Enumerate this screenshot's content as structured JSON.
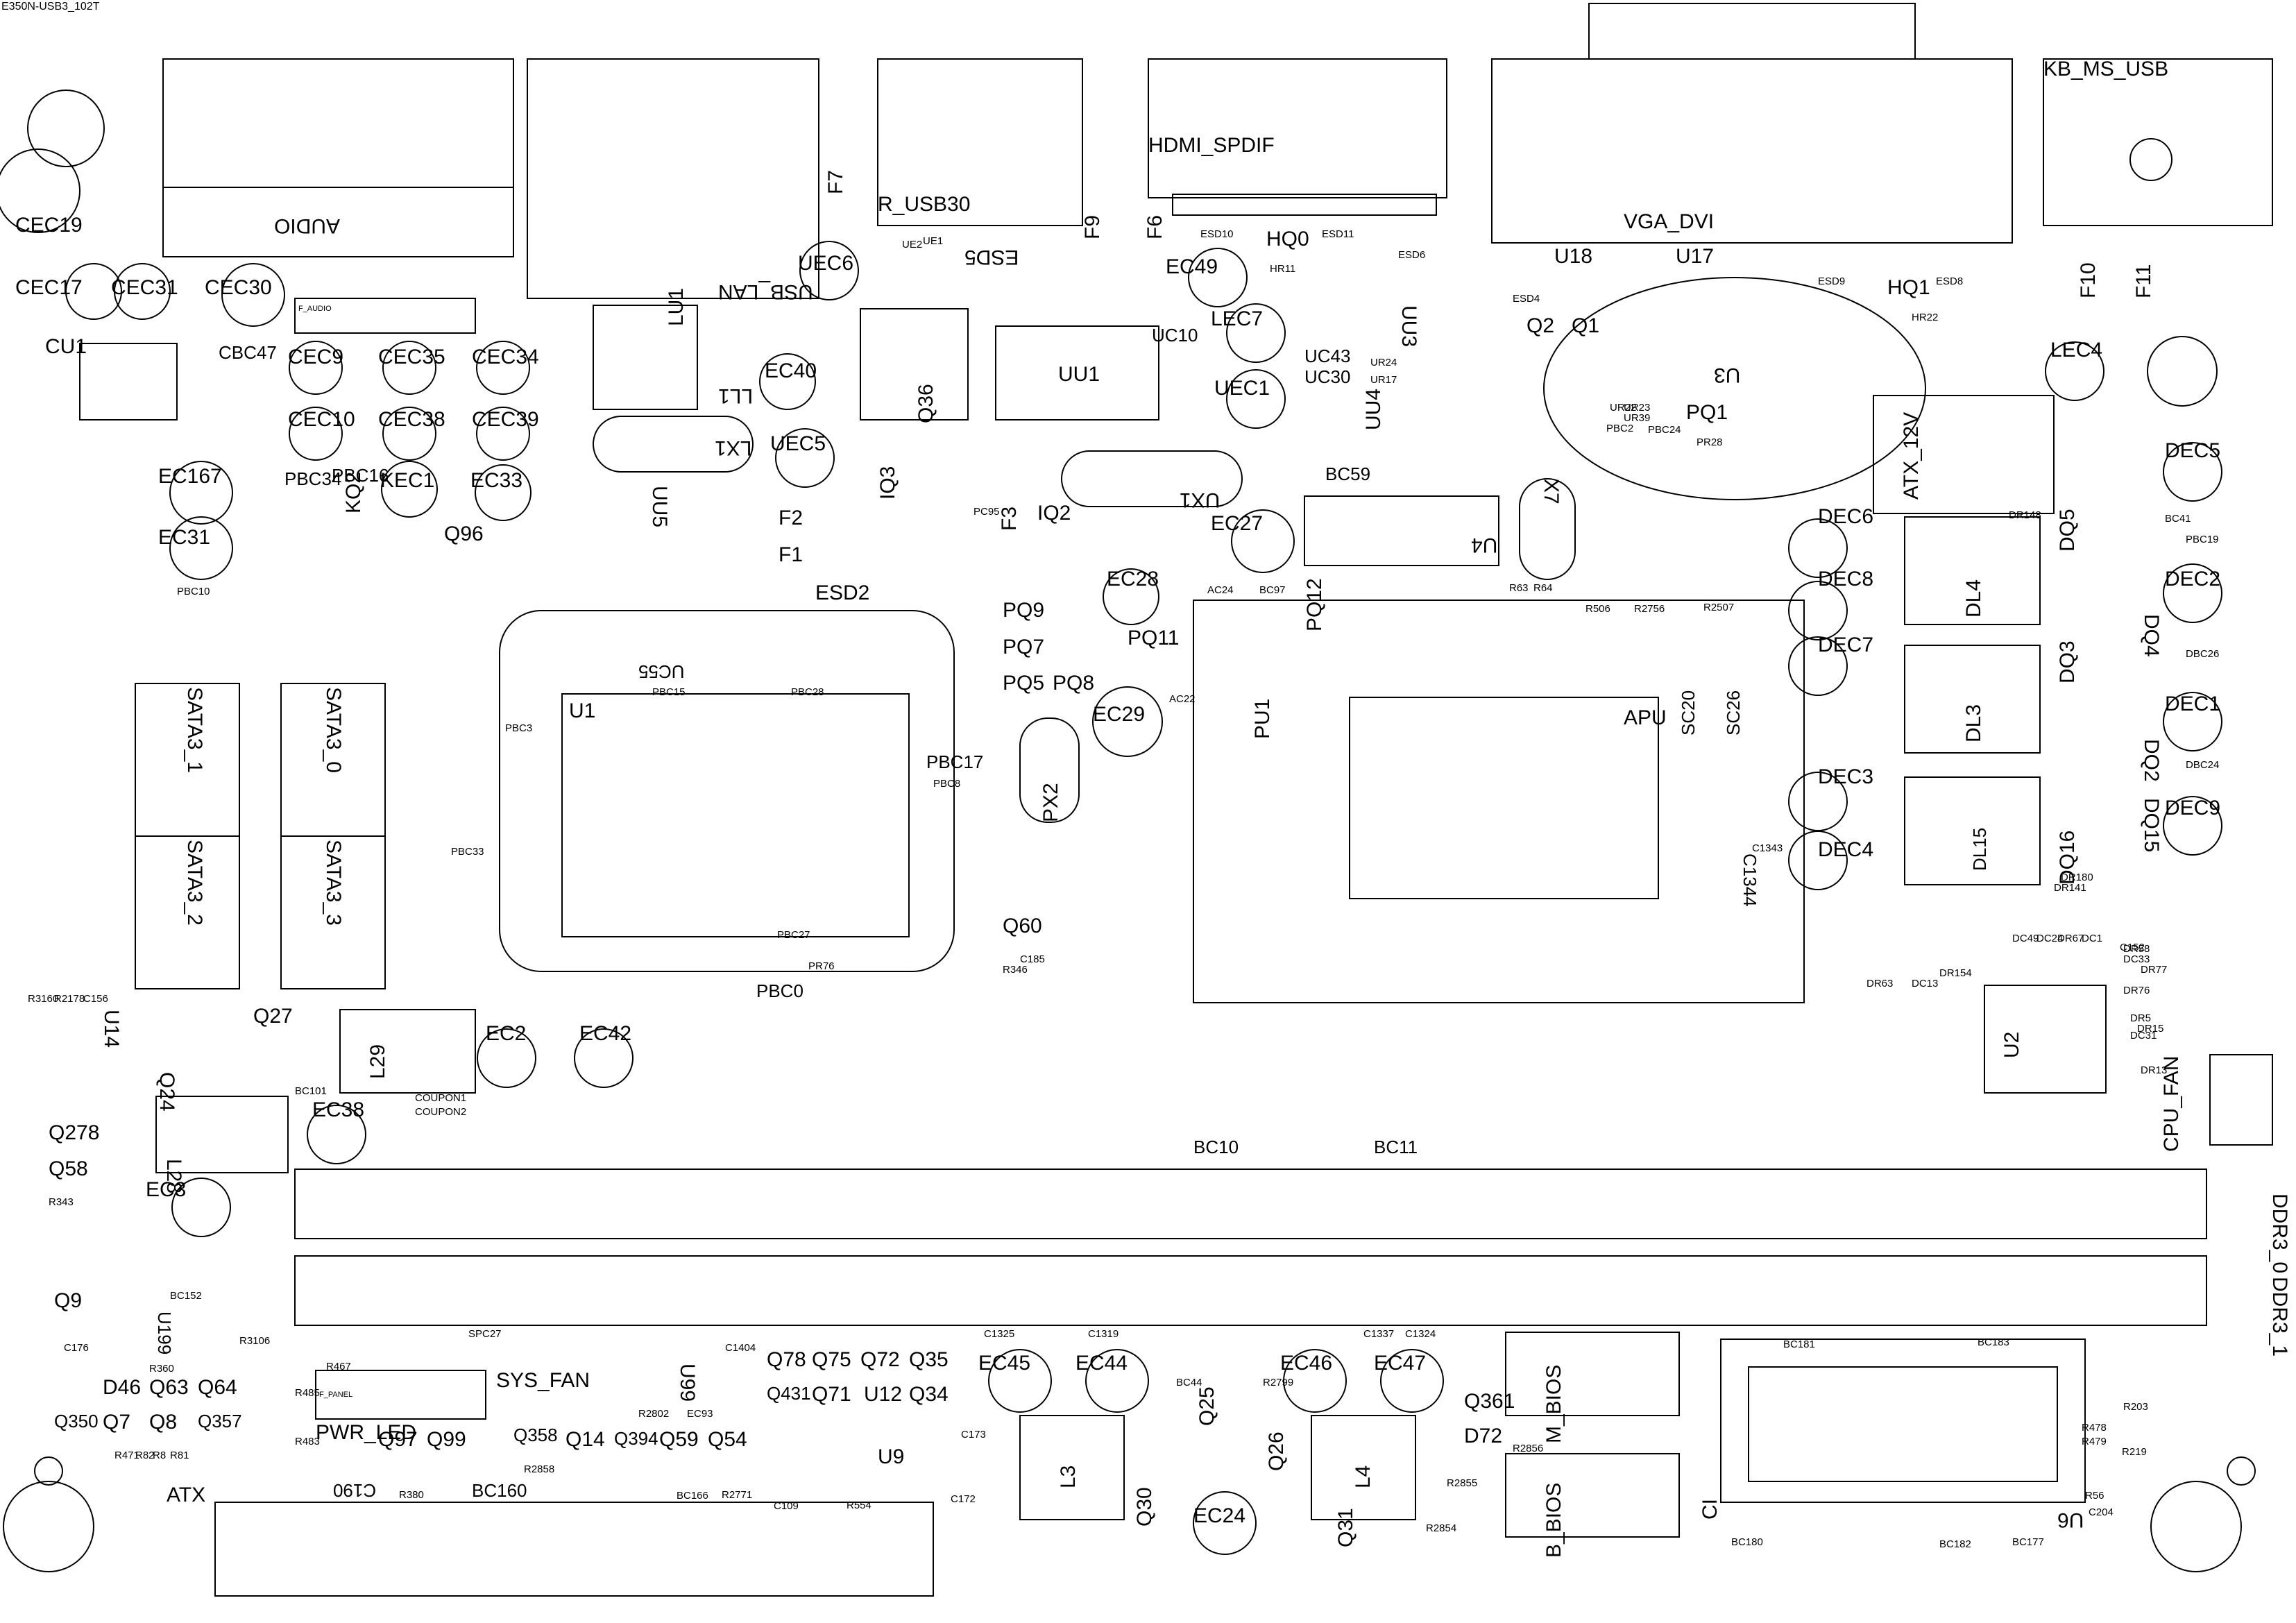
{
  "title": "E350N-USB3_102T",
  "connectors": {
    "audio": "AUDIO",
    "r_usb30": "R_USB30",
    "hdmi_spdif": "HDMI_SPDIF",
    "vga_dvi": "VGA_DVI",
    "kb_ms_usb": "KB_MS_USB",
    "usb_lan": "USB_LAN",
    "atx_12v": "ATX_12V",
    "cpu_fan": "CPU_FAN",
    "sys_fan": "SYS_FAN",
    "pwr_led": "PWR_LED",
    "atx": "ATX",
    "ddr3_0": "DDR3_0",
    "ddr3_1": "DDR3_1",
    "m_bios": "M_BIOS",
    "b_bios": "B_BIOS",
    "f_audio": "F_AUDIO",
    "f_panel": "F_PANEL",
    "sata3_1": "SATA3_1",
    "sata3_0": "SATA3_0",
    "sata3_2": "SATA3_2",
    "sata3_3": "SATA3_3"
  },
  "chips": {
    "apu": "APU",
    "u1": "U1",
    "u2": "U2",
    "u3": "U3",
    "u4": "U4",
    "u6": "U6",
    "u9": "U9",
    "u12": "U12",
    "u14": "U14",
    "u17": "U17",
    "u18": "U18",
    "uu1": "UU1",
    "uu3": "UU3",
    "uu4": "UU4",
    "uu5": "UU5",
    "uc55": "UC55",
    "u99": "U99",
    "u199": "U199",
    "cu1": "CU1",
    "pu1": "PU1"
  },
  "large_labels": [
    "CEC19",
    "CEC17",
    "CEC31",
    "CEC30",
    "CBC47",
    "CEC9",
    "CEC35",
    "CEC34",
    "CEC10",
    "CEC38",
    "CEC39",
    "EC167",
    "PBC16",
    "KEC1",
    "EC33",
    "KQ2",
    "EC31",
    "Q96",
    "LU1",
    "LL1",
    "LX1",
    "EC40",
    "UEC6",
    "UEC5",
    "Q36",
    "IQ3",
    "F2",
    "F1",
    "F3",
    "ESD2",
    "ESD5",
    "F7",
    "F9",
    "F6",
    "EC49",
    "LEC7",
    "UC10",
    "UEC1",
    "UC43",
    "UC30",
    "HQ0",
    "IQ2",
    "UX1",
    "EC27",
    "EC28",
    "PQ11",
    "PQ12",
    "PQ9",
    "PQ7",
    "PQ5",
    "PQ8",
    "EC29",
    "PX2",
    "Q60",
    "Q1",
    "Q2",
    "PQ1",
    "HQ1",
    "F10",
    "F11",
    "LEC4",
    "DEC5",
    "DQ5",
    "DEC6",
    "DEC8",
    "DQ4",
    "DEC2",
    "DEC7",
    "DQ3",
    "DL4",
    "DL3",
    "DQ2",
    "DEC1",
    "DEC3",
    "DQ15",
    "DEC9",
    "DEC4",
    "DQ16",
    "DL15",
    "X7",
    "PBC0",
    "SC20",
    "SC26",
    "C1344",
    "Q27",
    "Q24",
    "L29",
    "EC2",
    "EC42",
    "EC38",
    "L28",
    "Q278",
    "Q58",
    "EC3",
    "BC10",
    "BC11",
    "Q9",
    "D46",
    "Q63",
    "Q64",
    "Q350",
    "Q7",
    "Q8",
    "Q357",
    "Q97",
    "Q99",
    "Q14",
    "Q358",
    "Q394",
    "Q59",
    "Q54",
    "Q78",
    "Q75",
    "Q72",
    "Q35",
    "Q431",
    "Q71",
    "Q34",
    "EC45",
    "EC44",
    "L3",
    "Q30",
    "Q25",
    "Q26",
    "EC24",
    "EC46",
    "EC47",
    "L4",
    "Q31",
    "Q361",
    "D72",
    "BC160",
    "C190",
    "PBC17",
    "BC59",
    "CI",
    "PBC34"
  ],
  "small_labels": [
    "PBC10",
    "BC97",
    "AC24",
    "AC22",
    "PBC15",
    "PBC28",
    "PBC3",
    "PBC8",
    "PBC27",
    "PR76",
    "PBC33",
    "UE1",
    "UE2",
    "ESD10",
    "ESD11",
    "ESD6",
    "ESD9",
    "ESD8",
    "ESD4",
    "HR11",
    "HR22",
    "UR24",
    "UR17",
    "UR22",
    "UR23",
    "UR39",
    "PBC2",
    "PBC24",
    "PR28",
    "PBC19",
    "DBC26",
    "DBC24",
    "DR141",
    "DR180",
    "DC13",
    "DR63",
    "C152",
    "DC33",
    "DR58",
    "DR76",
    "C1343",
    "COUPON1",
    "COUPON2",
    "BC152",
    "BC181",
    "BC183",
    "BC180",
    "BC182",
    "BC177",
    "BC44",
    "C1325",
    "C1319",
    "C1337",
    "C1324",
    "R2799",
    "SPC27",
    "R2802",
    "EC93",
    "R2771",
    "R2858",
    "BC101",
    "R343",
    "C176",
    "C156",
    "R3160",
    "R2178",
    "R346",
    "C185",
    "PC95",
    "R2756",
    "R2507",
    "R506",
    "R63",
    "R64",
    "DC1",
    "DC49",
    "DC24",
    "DR67",
    "DR154",
    "DR15",
    "DR5",
    "DR77",
    "BC41",
    "DR148",
    "DC31",
    "DR13",
    "R479",
    "R478",
    "R219",
    "R203",
    "R56",
    "C204",
    "R2856",
    "R2855",
    "R2854",
    "R360",
    "R380",
    "R3106",
    "R471",
    "R82",
    "R8",
    "R81",
    "C1404",
    "R467",
    "R485",
    "R483",
    "C109",
    "R554",
    "C172",
    "C173",
    "BC166"
  ]
}
